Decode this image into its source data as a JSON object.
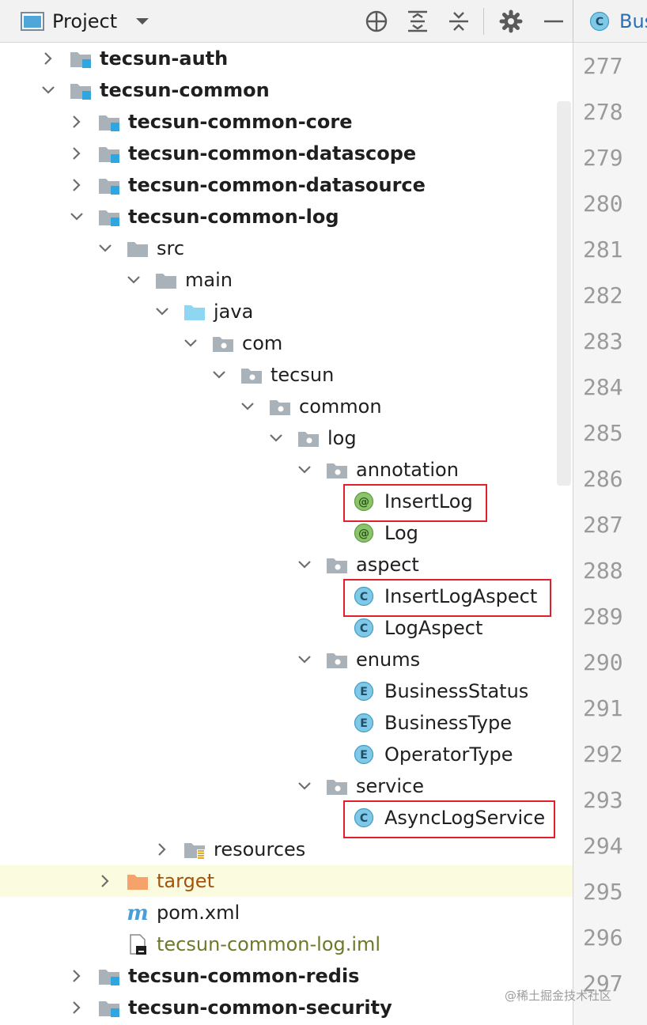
{
  "header": {
    "title": "Project",
    "toolbar": [
      {
        "name": "locate-icon"
      },
      {
        "name": "expand-all-icon"
      },
      {
        "name": "collapse-all-icon"
      },
      {
        "name": "gear-icon"
      },
      {
        "name": "hide-icon"
      }
    ]
  },
  "editor_tab": {
    "icon_letter": "C",
    "label": "Bus"
  },
  "colors": {
    "selection_row": "#fbfbe0",
    "highlight_box": "#e0202a",
    "module_badge": "#2fa6e0",
    "class_icon": "#7fc8e6",
    "annotation_icon": "#8cc46c",
    "target_folder": "#f5a36a",
    "source_folder": "#8ed6f2"
  },
  "tree": [
    {
      "label": "tecsun-auth",
      "icon": "module",
      "indent": 0,
      "arrow": "right",
      "style": "bold"
    },
    {
      "label": "tecsun-common",
      "icon": "module",
      "indent": 0,
      "arrow": "down",
      "style": "bold"
    },
    {
      "label": "tecsun-common-core",
      "icon": "module",
      "indent": 1,
      "arrow": "right",
      "style": "bold"
    },
    {
      "label": "tecsun-common-datascope",
      "icon": "module",
      "indent": 1,
      "arrow": "right",
      "style": "bold"
    },
    {
      "label": "tecsun-common-datasource",
      "icon": "module",
      "indent": 1,
      "arrow": "right",
      "style": "bold"
    },
    {
      "label": "tecsun-common-log",
      "icon": "module",
      "indent": 1,
      "arrow": "down",
      "style": "bold"
    },
    {
      "label": "src",
      "icon": "folder",
      "indent": 2,
      "arrow": "down"
    },
    {
      "label": "main",
      "icon": "folder",
      "indent": 3,
      "arrow": "down"
    },
    {
      "label": "java",
      "icon": "source-folder",
      "indent": 4,
      "arrow": "down"
    },
    {
      "label": "com",
      "icon": "package",
      "indent": 5,
      "arrow": "down"
    },
    {
      "label": "tecsun",
      "icon": "package",
      "indent": 6,
      "arrow": "down"
    },
    {
      "label": "common",
      "icon": "package",
      "indent": 7,
      "arrow": "down"
    },
    {
      "label": "log",
      "icon": "package",
      "indent": 8,
      "arrow": "down"
    },
    {
      "label": "annotation",
      "icon": "package",
      "indent": 9,
      "arrow": "down"
    },
    {
      "label": "InsertLog",
      "icon": "annotation",
      "indent": 10,
      "arrow": "none",
      "icon_letter": "@"
    },
    {
      "label": "Log",
      "icon": "annotation",
      "indent": 10,
      "arrow": "none",
      "icon_letter": "@"
    },
    {
      "label": "aspect",
      "icon": "package",
      "indent": 9,
      "arrow": "down"
    },
    {
      "label": "InsertLogAspect",
      "icon": "class",
      "indent": 10,
      "arrow": "none",
      "icon_letter": "C"
    },
    {
      "label": "LogAspect",
      "icon": "class",
      "indent": 10,
      "arrow": "none",
      "icon_letter": "C"
    },
    {
      "label": "enums",
      "icon": "package",
      "indent": 9,
      "arrow": "down"
    },
    {
      "label": "BusinessStatus",
      "icon": "enum",
      "indent": 10,
      "arrow": "none",
      "icon_letter": "E"
    },
    {
      "label": "BusinessType",
      "icon": "enum",
      "indent": 10,
      "arrow": "none",
      "icon_letter": "E"
    },
    {
      "label": "OperatorType",
      "icon": "enum",
      "indent": 10,
      "arrow": "none",
      "icon_letter": "E"
    },
    {
      "label": "service",
      "icon": "package",
      "indent": 9,
      "arrow": "down"
    },
    {
      "label": "AsyncLogService",
      "icon": "class",
      "indent": 10,
      "arrow": "none",
      "icon_letter": "C"
    },
    {
      "label": "resources",
      "icon": "resources",
      "indent": 4,
      "arrow": "right"
    },
    {
      "label": "target",
      "icon": "target-folder",
      "indent": 2,
      "arrow": "right",
      "style": "orange",
      "selected": true
    },
    {
      "label": "pom.xml",
      "icon": "maven",
      "indent": 2,
      "arrow": "none",
      "icon_letter": "m"
    },
    {
      "label": "tecsun-common-log.iml",
      "icon": "iml",
      "indent": 2,
      "arrow": "none",
      "style": "olive"
    },
    {
      "label": "tecsun-common-redis",
      "icon": "module",
      "indent": 1,
      "arrow": "right",
      "style": "bold"
    },
    {
      "label": "tecsun-common-security",
      "icon": "module",
      "indent": 1,
      "arrow": "right",
      "style": "bold"
    }
  ],
  "highlighted_items": [
    "InsertLog",
    "InsertLogAspect",
    "AsyncLogService"
  ],
  "line_numbers": [
    "277",
    "278",
    "279",
    "280",
    "281",
    "282",
    "283",
    "284",
    "285",
    "286",
    "287",
    "288",
    "289",
    "290",
    "291",
    "292",
    "293",
    "294",
    "295",
    "296",
    "297"
  ],
  "watermark": "@稀土掘金技术社区"
}
